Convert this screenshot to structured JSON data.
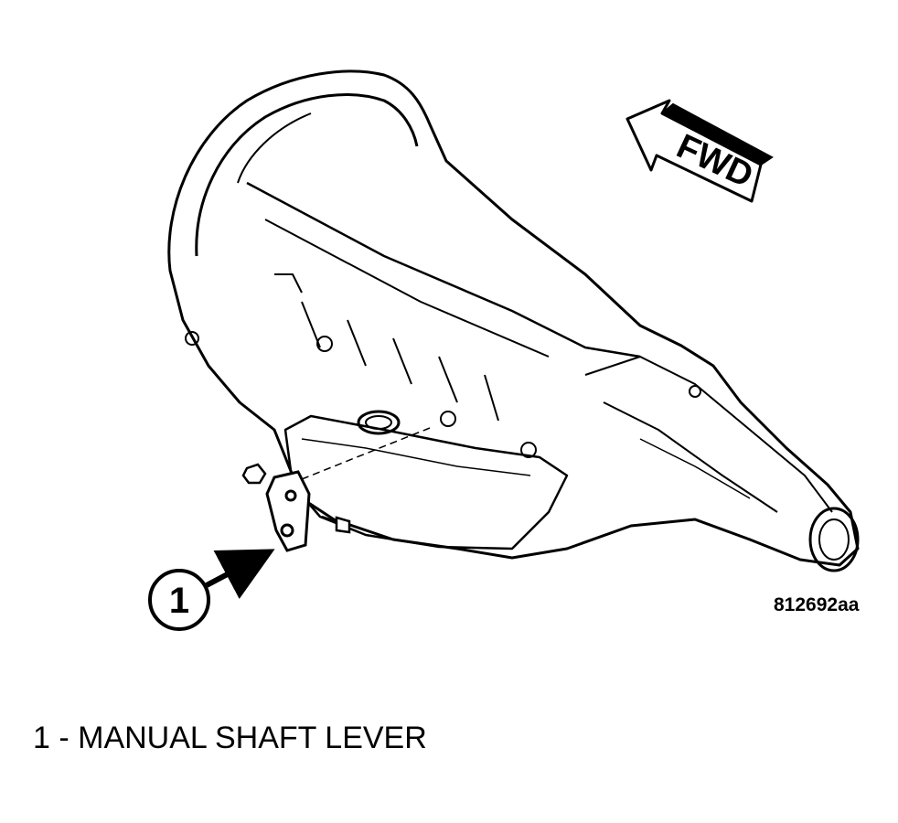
{
  "figure": {
    "id": "812692aa",
    "direction_label": "FWD"
  },
  "callouts": [
    {
      "number": "1"
    }
  ],
  "legend": [
    {
      "text": "1 - MANUAL SHAFT LEVER"
    }
  ]
}
